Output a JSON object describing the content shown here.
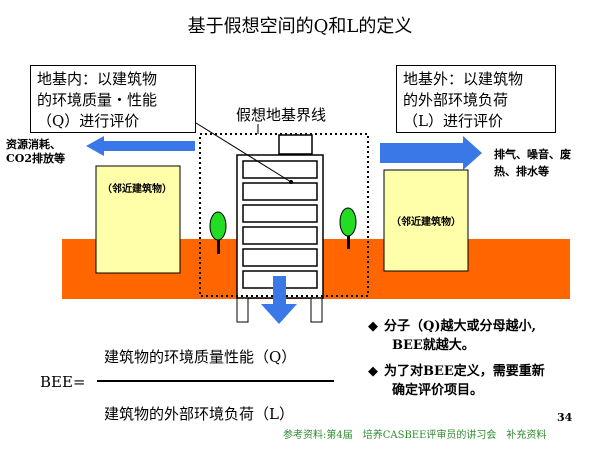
{
  "title": "基于假想空间的Q和L的定义",
  "callout_left": {
    "lines": [
      "地基内：以建筑物",
      "的环境质量・性能",
      "（Q）进行评价"
    ]
  },
  "callout_right": {
    "lines": [
      "地基外：以建筑物",
      "的外部环境负荷",
      "（L）进行评价"
    ]
  },
  "boundary_label": "假想地基界线",
  "left_input": {
    "lines": [
      "资源消耗、",
      "CO2排放等"
    ]
  },
  "right_output": {
    "lines": [
      "排气、噪音、废",
      "热、排水等"
    ]
  },
  "neighbor_left": "（邻近建筑物）",
  "neighbor_right": "（邻近建筑物）",
  "formula": {
    "lhs": "BEE=",
    "numerator": "建筑物的环境质量性能（Q）",
    "denominator": "建筑物的外部环境负荷（L）"
  },
  "bullets": [
    {
      "symbol": "◆",
      "lines": [
        "分子（Q)越大或分母越小,",
        "BEE就越大。"
      ]
    },
    {
      "symbol": "◆",
      "lines": [
        "为了对BEE定义，需要重新",
        "确定评价项目。"
      ]
    }
  ],
  "page_number": "34",
  "footer": "参考资料:第4届　培养CASBEE评审员的讲习会　补充资料",
  "colors": {
    "ground": "#ff6600",
    "neighbor_fill": "#ffffaa",
    "arrow": "#3b78e7",
    "tree": "#22dd22",
    "footer": "#2e8b2e"
  }
}
